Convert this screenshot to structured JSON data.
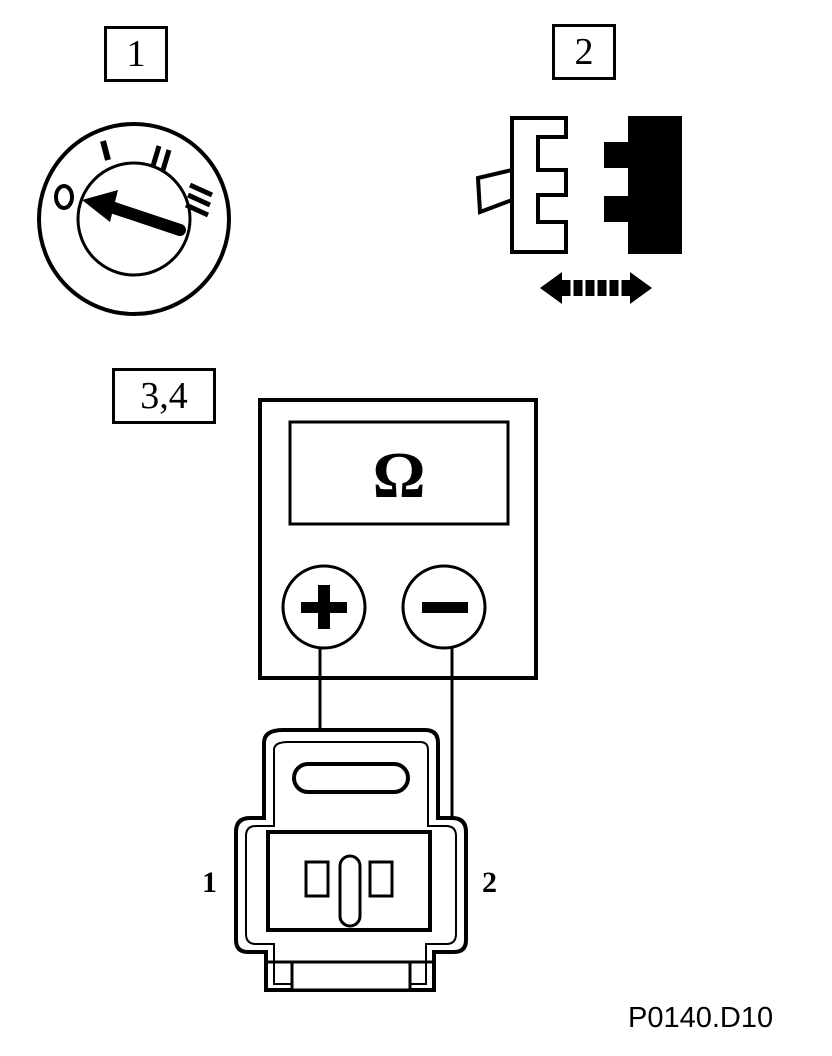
{
  "steps": {
    "step1": "1",
    "step2": "2",
    "step34": "3,4"
  },
  "meter": {
    "unit_symbol": "Ω",
    "positive_terminal_icon": "plus-icon",
    "negative_terminal_icon": "minus-icon"
  },
  "connector": {
    "pin_left": "1",
    "pin_right": "2"
  },
  "figure_code": "P0140.D10",
  "icons": {
    "ignition": "ignition-switch-icon",
    "connector_unplug": "connector-disconnect-icon",
    "arrows": "double-arrow-icon"
  }
}
